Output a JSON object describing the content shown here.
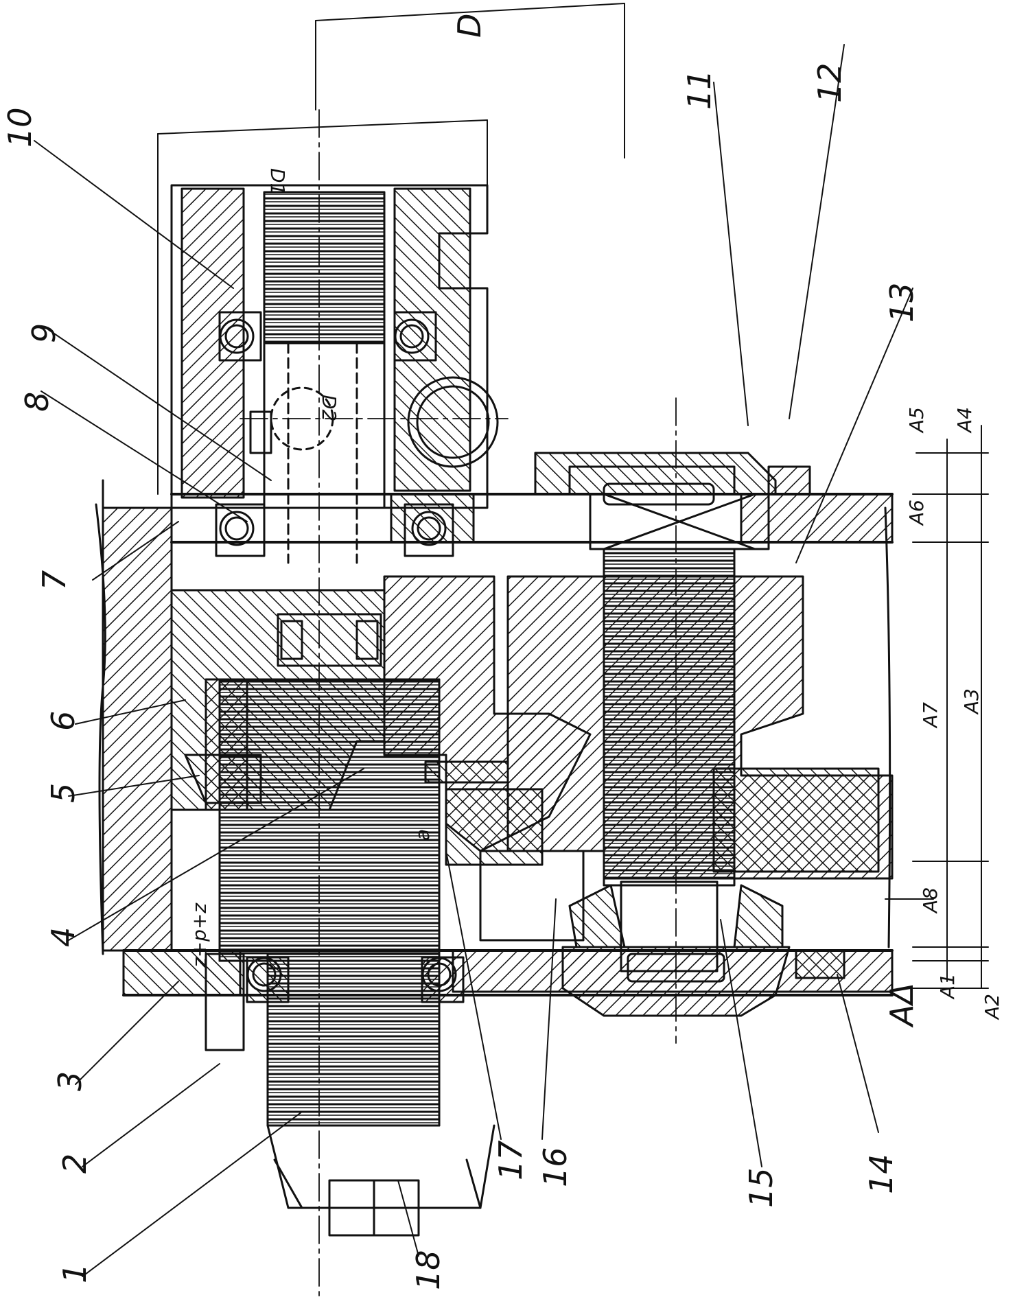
{
  "drawing": {
    "callouts": [
      "1",
      "2",
      "3",
      "4",
      "5",
      "6",
      "7",
      "8",
      "9",
      "10",
      "11",
      "12",
      "13",
      "14",
      "15",
      "16",
      "17",
      "18"
    ],
    "dimensions": {
      "D": "D",
      "D1": "D1",
      "D2": "D2",
      "z_p_z": "z+p+z",
      "a": "a",
      "A1": "A1",
      "A2": "A2",
      "A3": "A3",
      "A4": "A4",
      "A5": "A5",
      "A6": "A6",
      "A7": "A7",
      "A8": "A8",
      "A_delta": "AΔ"
    }
  },
  "colors": {
    "ink": "#111111",
    "paper": "#ffffff"
  }
}
